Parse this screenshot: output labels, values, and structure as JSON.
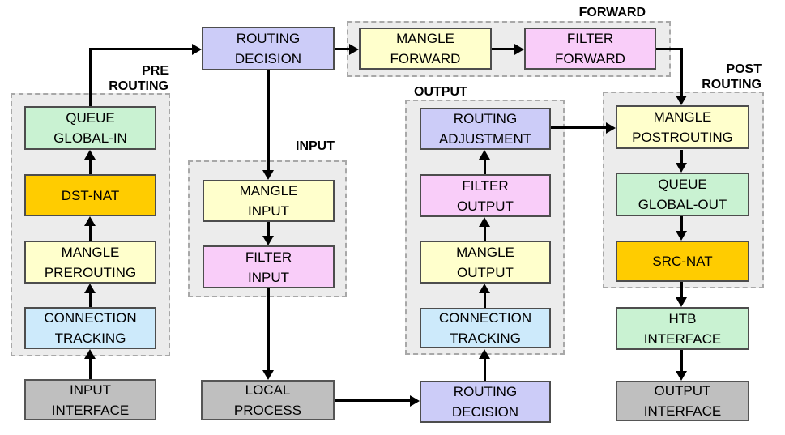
{
  "colors": {
    "routing": "#ccccf8",
    "mangle": "#ffffcc",
    "filter": "#f9cdf9",
    "queue": "#c9f2d2",
    "nat": "#ffcc00",
    "conntrack": "#cdeafb",
    "interface": "#bfbfbf",
    "group_fill": "#ececec",
    "group_border": "#a8a8a8",
    "arrow": "#000000"
  },
  "groups": {
    "prerouting": {
      "line1": "PRE",
      "line2": "ROUTING"
    },
    "forward": {
      "line1": "FORWARD"
    },
    "input": {
      "line1": "INPUT"
    },
    "output": {
      "line1": "OUTPUT"
    },
    "postrouting": {
      "line1": "POST",
      "line2": "ROUTING"
    }
  },
  "nodes": {
    "queue_global_in": {
      "line1": "QUEUE",
      "line2": "GLOBAL-IN"
    },
    "dst_nat": {
      "line1": "DST-NAT"
    },
    "mangle_prerouting": {
      "line1": "MANGLE",
      "line2": "PREROUTING"
    },
    "connection_tracking_pre": {
      "line1": "CONNECTION",
      "line2": "TRACKING"
    },
    "input_interface": {
      "line1": "INPUT",
      "line2": "INTERFACE"
    },
    "routing_decision_top": {
      "line1": "ROUTING",
      "line2": "DECISION"
    },
    "mangle_forward": {
      "line1": "MANGLE",
      "line2": "FORWARD"
    },
    "filter_forward": {
      "line1": "FILTER",
      "line2": "FORWARD"
    },
    "mangle_input": {
      "line1": "MANGLE",
      "line2": "INPUT"
    },
    "filter_input": {
      "line1": "FILTER",
      "line2": "INPUT"
    },
    "local_process": {
      "line1": "LOCAL",
      "line2": "PROCESS"
    },
    "routing_adjustment": {
      "line1": "ROUTING",
      "line2": "ADJUSTMENT"
    },
    "filter_output": {
      "line1": "FILTER",
      "line2": "OUTPUT"
    },
    "mangle_output": {
      "line1": "MANGLE",
      "line2": "OUTPUT"
    },
    "connection_tracking_output": {
      "line1": "CONNECTION",
      "line2": "TRACKING"
    },
    "routing_decision_bottom": {
      "line1": "ROUTING",
      "line2": "DECISION"
    },
    "mangle_postrouting": {
      "line1": "MANGLE",
      "line2": "POSTROUTING"
    },
    "queue_global_out": {
      "line1": "QUEUE",
      "line2": "GLOBAL-OUT"
    },
    "src_nat": {
      "line1": "SRC-NAT"
    },
    "htb_interface": {
      "line1": "HTB",
      "line2": "INTERFACE"
    },
    "output_interface": {
      "line1": "OUTPUT",
      "line2": "INTERFACE"
    }
  }
}
